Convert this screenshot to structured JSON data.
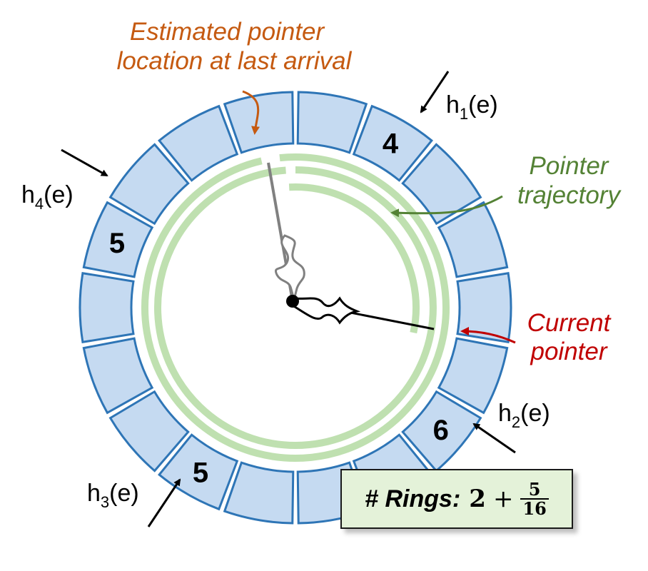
{
  "diagram": {
    "colors": {
      "segment_fill": "#c5daf1",
      "segment_stroke": "#2e75b6",
      "trajectory": "#bfe0b0",
      "hand_gray": "#808080",
      "hand_black": "#000000",
      "label_orange": "#c55a11",
      "label_green": "#548235",
      "label_red": "#c00000"
    },
    "labels": {
      "estimated_line1": "Estimated pointer",
      "estimated_line2": "location at last arrival",
      "trajectory_line1": "Pointer",
      "trajectory_line2": "trajectory",
      "current_line1": "Current",
      "current_line2": "pointer"
    },
    "hashes": [
      {
        "base": "h",
        "sub": "1",
        "arg": "(e)"
      },
      {
        "base": "h",
        "sub": "2",
        "arg": "(e)"
      },
      {
        "base": "h",
        "sub": "3",
        "arg": "(e)"
      },
      {
        "base": "h",
        "sub": "4",
        "arg": "(e)"
      }
    ],
    "segments": [
      {
        "index": 0,
        "value": ""
      },
      {
        "index": 1,
        "value": "4"
      },
      {
        "index": 2,
        "value": ""
      },
      {
        "index": 3,
        "value": ""
      },
      {
        "index": 4,
        "value": ""
      },
      {
        "index": 5,
        "value": ""
      },
      {
        "index": 6,
        "value": "6"
      },
      {
        "index": 7,
        "value": ""
      },
      {
        "index": 8,
        "value": ""
      },
      {
        "index": 9,
        "value": ""
      },
      {
        "index": 10,
        "value": "5"
      },
      {
        "index": 11,
        "value": ""
      },
      {
        "index": 12,
        "value": ""
      },
      {
        "index": 13,
        "value": ""
      },
      {
        "index": 14,
        "value": "5"
      },
      {
        "index": 15,
        "value": ""
      },
      {
        "index": 16,
        "value": ""
      },
      {
        "index": 17,
        "value": ""
      }
    ],
    "rings_box": {
      "label": "# Rings:",
      "whole": "2",
      "plus": "+",
      "numerator": "5",
      "denominator": "16"
    }
  }
}
